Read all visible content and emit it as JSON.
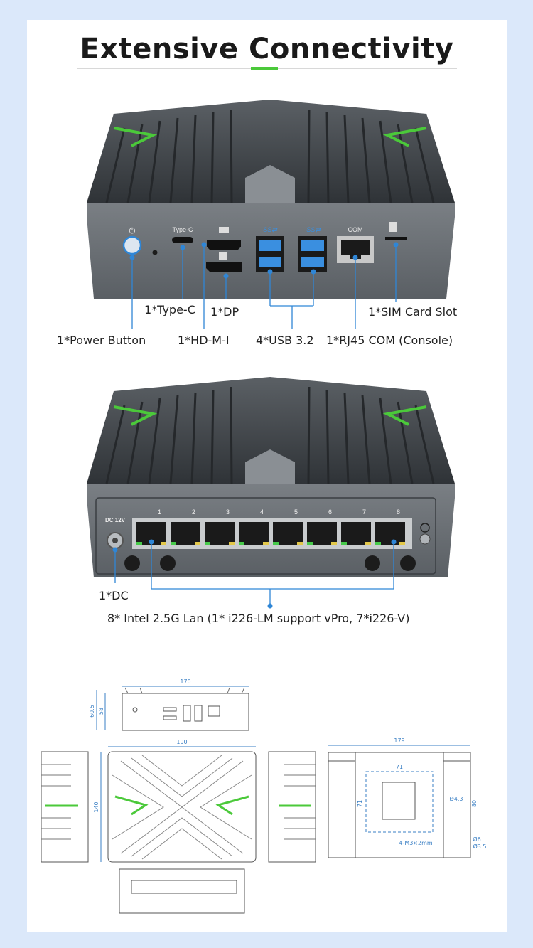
{
  "title": "Extensive Connectivity",
  "front_labels": {
    "power": "1*Power Button",
    "typec": "1*Type-C",
    "hdmi": "1*HD-M-I",
    "dp": "1*DP",
    "usb": "4*USB 3.2",
    "com": "1*RJ45 COM (Console)",
    "sim": "1*SIM Card Slot"
  },
  "front_panel_text": {
    "typec": "Type-C",
    "com": "COM",
    "usb_logo": "SS⇄"
  },
  "rear_labels": {
    "dc": "1*DC",
    "lan": "8* Intel 2.5G Lan (1* i226-LM support  vPro, 7*i226-V)"
  },
  "rear_panel_text": {
    "dc": "DC 12V",
    "ports": [
      "1",
      "2",
      "3",
      "4",
      "5",
      "6",
      "7",
      "8"
    ]
  },
  "dimensions": {
    "width_front": "170",
    "height_total": "60.5",
    "height_body": "58",
    "width_top": "190",
    "depth": "140",
    "bracket_width": "179",
    "vesa_h": "71",
    "vesa_v": "71",
    "screw": "4-M3×2mm",
    "bracket_v": "80",
    "hole1": "Ø4.3",
    "hole2": "Ø6",
    "hole3": "Ø3.5"
  },
  "colors": {
    "accent": "#4bc93a",
    "callout": "#2f86d6",
    "body": "#6b7075",
    "fins": "#3f4347"
  }
}
